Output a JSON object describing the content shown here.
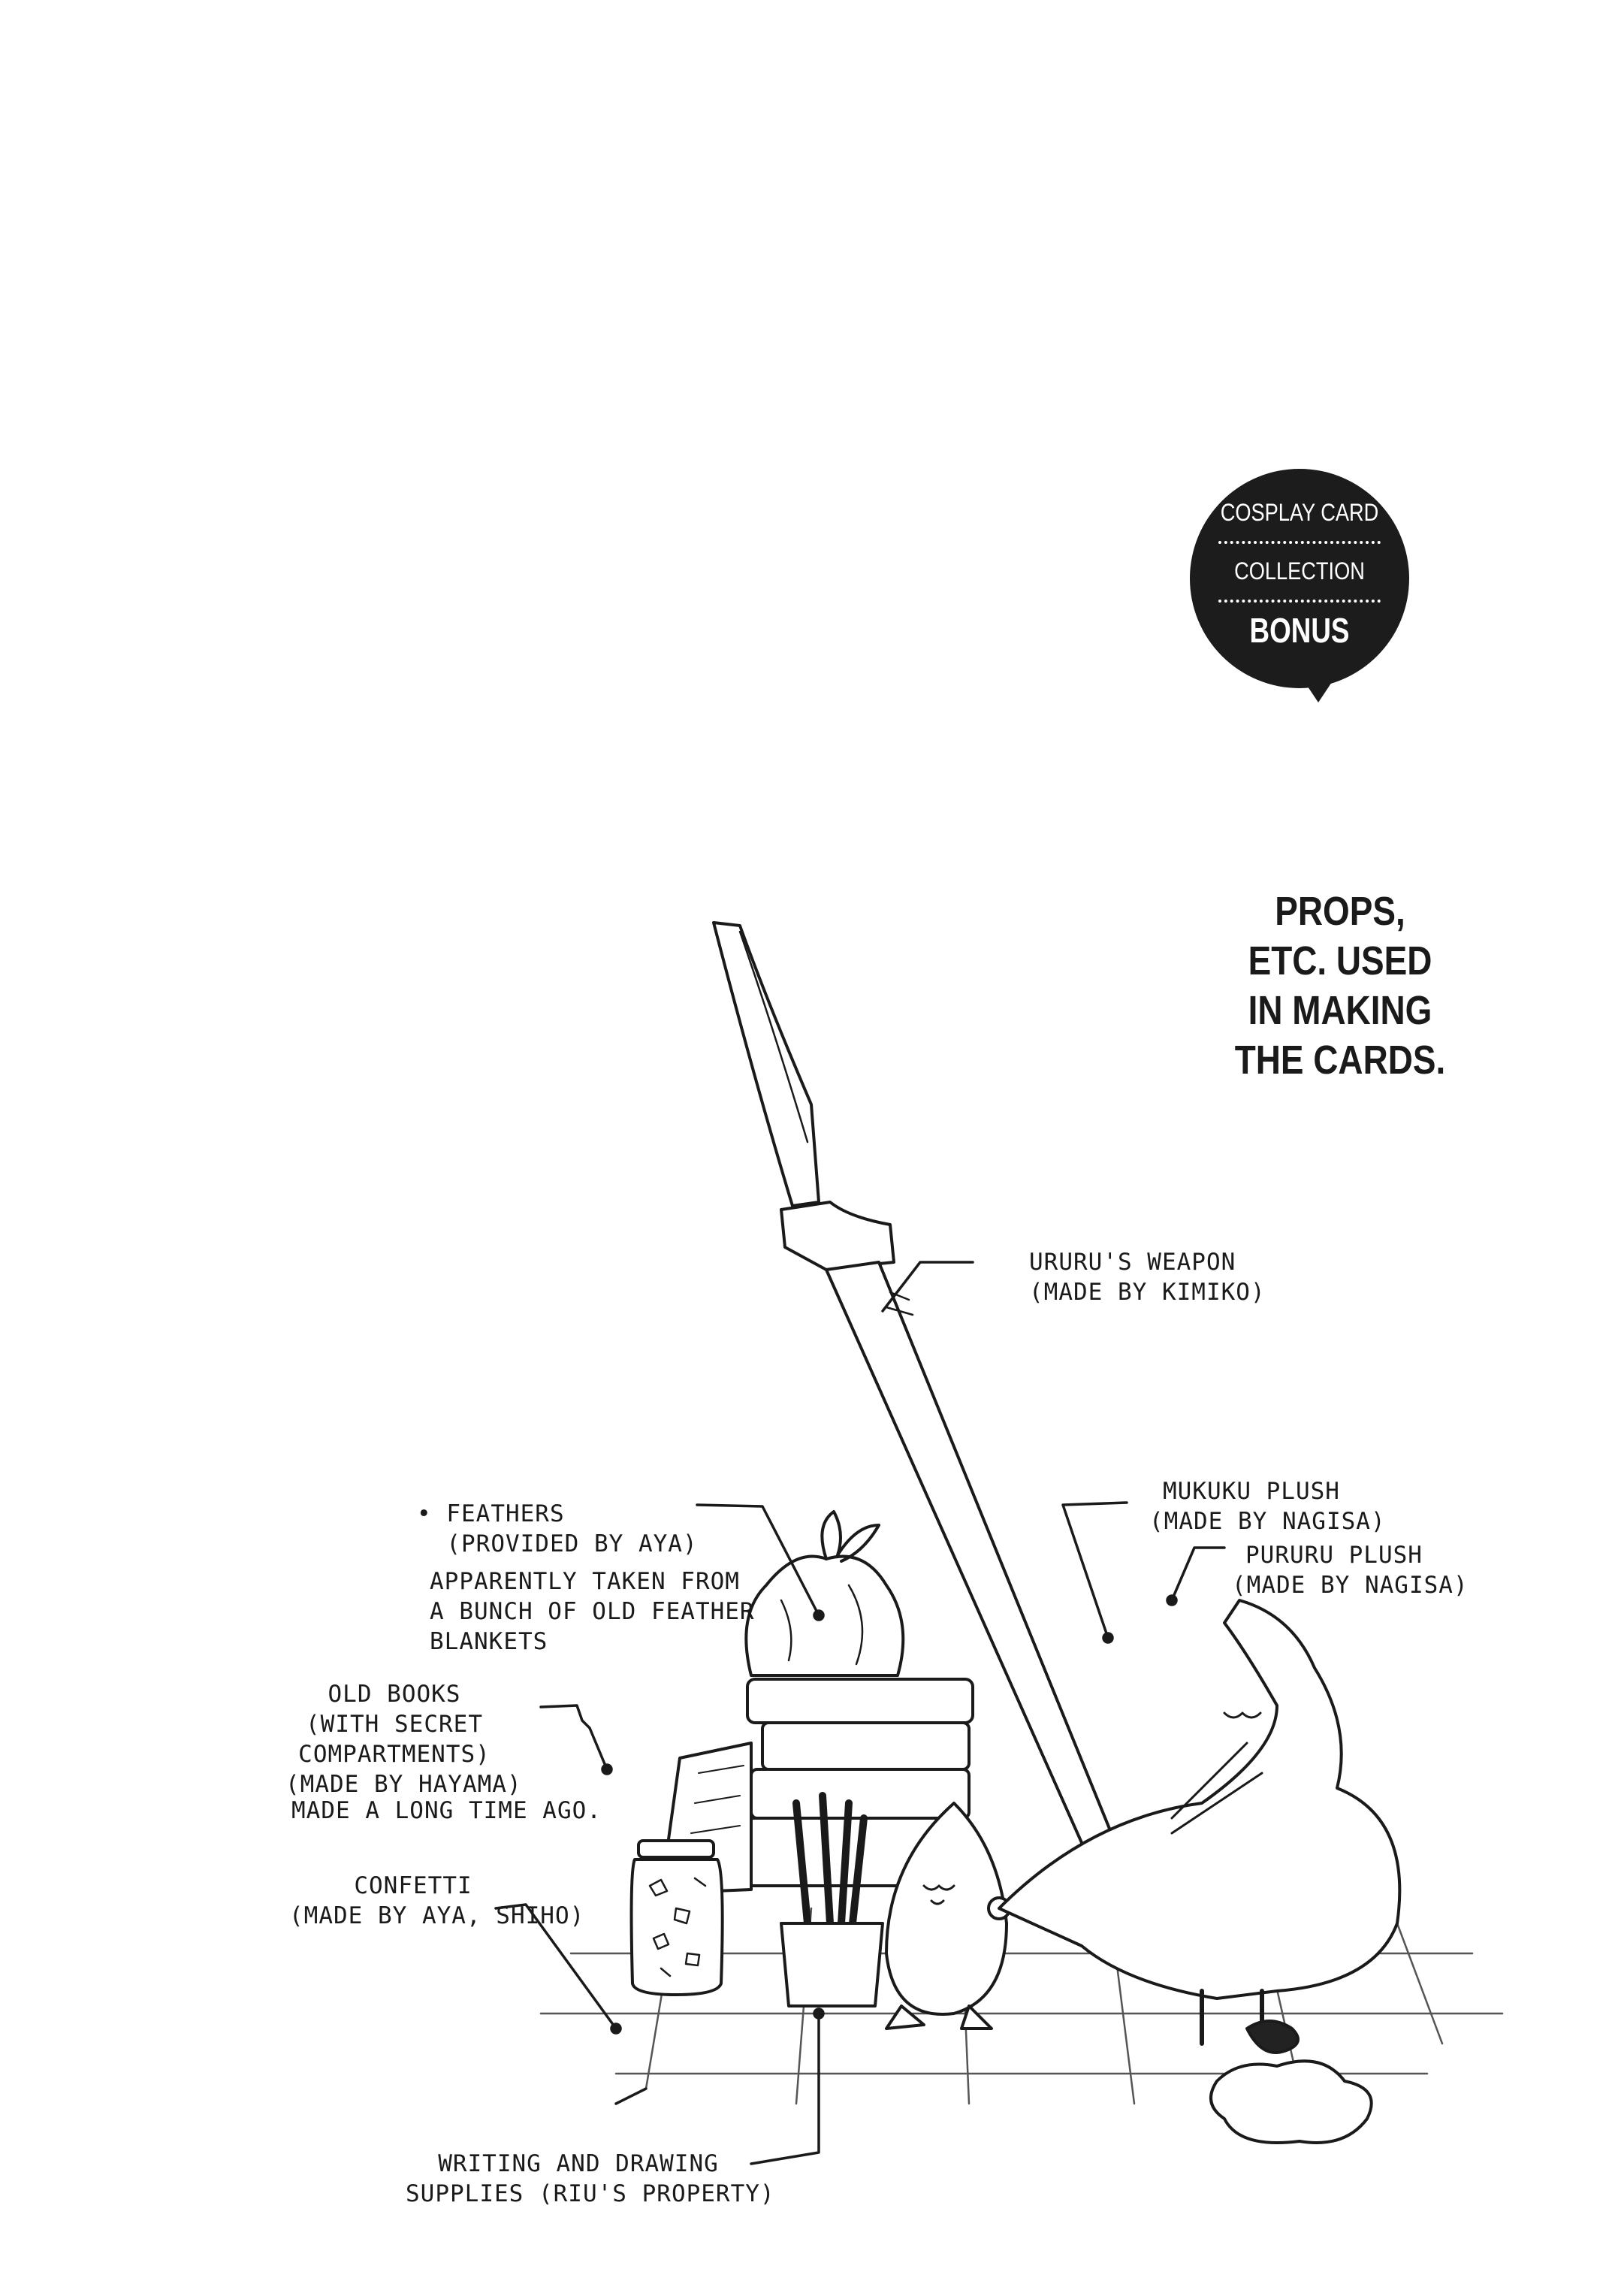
{
  "badge": {
    "line1": "COSPLAY CARD",
    "line2": "COLLECTION",
    "line3": "BONUS"
  },
  "title": [
    "PROPS,",
    "ETC. USED",
    "IN MAKING",
    "THE CARDS."
  ],
  "labels": {
    "weapon": [
      "URURU'S WEAPON",
      "(MADE BY KIMIKO)"
    ],
    "feathers": [
      "• FEATHERS",
      "  (PROVIDED BY AYA)"
    ],
    "feathers_note": [
      "APPARENTLY TAKEN FROM",
      "A BUNCH OF OLD FEATHER",
      "BLANKETS"
    ],
    "mukuku": [
      "MUKUKU PLUSH",
      "(MADE BY NAGISA)"
    ],
    "pururu": [
      "PURURU PLUSH",
      "(MADE BY NAGISA)"
    ],
    "books": [
      "OLD BOOKS",
      "(WITH SECRET",
      "COMPARTMENTS)",
      "(MADE BY HAYAMA)"
    ],
    "books_note": "MADE A LONG TIME AGO.",
    "confetti": [
      "CONFETTI",
      "(MADE BY AYA, SHIHO)"
    ],
    "supplies": [
      "WRITING AND DRAWING",
      "SUPPLIES (RIU'S PROPERTY)"
    ]
  },
  "colors": {
    "ink": "#1a1a1a",
    "paper": "#ffffff",
    "badge": "#1c1c1c"
  }
}
